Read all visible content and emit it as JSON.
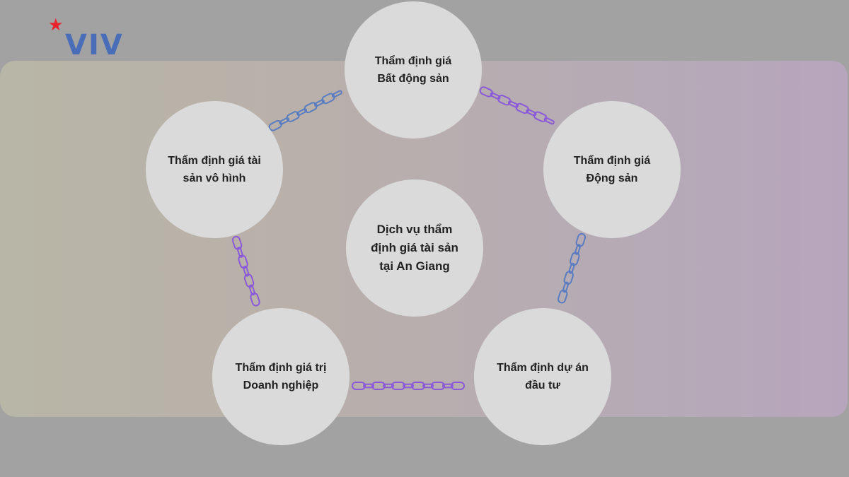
{
  "logo": {
    "text": "VIV",
    "star": "★"
  },
  "colors": {
    "background": "#a2a2a2",
    "node_fill": "#dbdadb",
    "chain_blue": "#5a7cc0",
    "chain_purple": "#8a5ad8",
    "logo_blue": "#4a6db8",
    "star_red": "#e8222b"
  },
  "diagram": {
    "center": "Dịch vụ thẩm\nđịnh giá tài sản\ntại An Giang",
    "nodes": [
      {
        "id": "bat-dong-san",
        "label": "Thẩm định giá\nBất động sản"
      },
      {
        "id": "dong-san",
        "label": "Thẩm định giá\nĐộng sản"
      },
      {
        "id": "du-an",
        "label": "Thẩm định dự án\nđầu tư"
      },
      {
        "id": "doanh-nghiep",
        "label": "Thẩm định giá trị\nDoanh nghiệp"
      },
      {
        "id": "vo-hinh",
        "label": "Thẩm định giá tài\nsản vô hình"
      }
    ],
    "connectors": [
      {
        "from": "vo-hinh",
        "to": "bat-dong-san",
        "style": "chain",
        "color": "blue"
      },
      {
        "from": "bat-dong-san",
        "to": "dong-san",
        "style": "chain",
        "color": "purple"
      },
      {
        "from": "dong-san",
        "to": "du-an",
        "style": "chain",
        "color": "blue"
      },
      {
        "from": "doanh-nghiep",
        "to": "du-an",
        "style": "chain",
        "color": "purple"
      },
      {
        "from": "vo-hinh",
        "to": "doanh-nghiep",
        "style": "chain",
        "color": "purple"
      }
    ]
  }
}
